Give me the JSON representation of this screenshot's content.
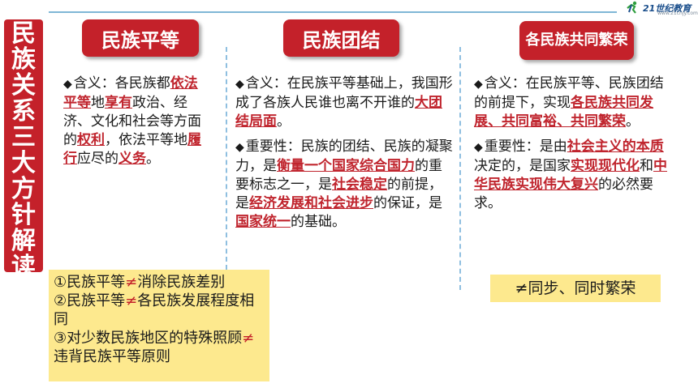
{
  "brand": {
    "name": "21世纪教育",
    "url": "www.21cnjy.com"
  },
  "side_title": "民族关系三大方针解读",
  "columns": [
    {
      "heading": "民族平等",
      "blocks": [
        {
          "bullet": "◆",
          "segments": [
            {
              "t": "含义：各民族都"
            },
            {
              "t": "依法平等",
              "hl": true
            },
            {
              "t": "地"
            },
            {
              "t": "享有",
              "hl": true
            },
            {
              "t": "政治、经济、文化和社会等方面的"
            },
            {
              "t": "权利",
              "hl": true
            },
            {
              "t": "，依法平等地"
            },
            {
              "t": "履行",
              "hl": true
            },
            {
              "t": "应尽的"
            },
            {
              "t": "义务",
              "hl": true
            },
            {
              "t": "。"
            }
          ]
        }
      ]
    },
    {
      "heading": "民族团结",
      "blocks": [
        {
          "bullet": "◆",
          "segments": [
            {
              "t": "含义：在民族平等基础上，我国形成了各族人民谁也离不开谁的"
            },
            {
              "t": "大团结局面",
              "hl": true
            },
            {
              "t": "。"
            }
          ]
        },
        {
          "bullet": "◆",
          "segments": [
            {
              "t": "重要性：民族的团结、民族的凝聚力，是"
            },
            {
              "t": "衡量一个国家综合国力",
              "hl": true
            },
            {
              "t": "的重要标志之一，是"
            },
            {
              "t": "社会稳定",
              "hl": true
            },
            {
              "t": "的前提，是"
            },
            {
              "t": "经济发展和社会进步",
              "hl": true
            },
            {
              "t": "的保证，是"
            },
            {
              "t": "国家统一",
              "hl": true
            },
            {
              "t": "的基础。"
            }
          ]
        }
      ]
    },
    {
      "heading": "各民族共同繁荣",
      "blocks": [
        {
          "bullet": "◆",
          "segments": [
            {
              "t": "含义：在民族平等、民族团结的前提下，实现"
            },
            {
              "t": "各民族共同发展、共同富裕、共同繁荣",
              "hl": true
            },
            {
              "t": "。"
            }
          ]
        },
        {
          "bullet": "◆",
          "segments": [
            {
              "t": "重要性：是由"
            },
            {
              "t": "社会主义的本质",
              "hl": true
            },
            {
              "t": "决定的，是国家"
            },
            {
              "t": "实现现代化",
              "hl": true
            },
            {
              "t": "和"
            },
            {
              "t": "中华民族实现伟大复兴",
              "hl": true
            },
            {
              "t": "的必然要求。"
            }
          ]
        }
      ]
    }
  ],
  "notes_left": [
    {
      "pre": "①民族平等",
      "neq": "≠",
      "post": "消除民族差别"
    },
    {
      "pre": "②民族平等",
      "neq": "≠",
      "post": "各民族发展程度相同"
    },
    {
      "pre": "③对少数民族地区的特殊照顾",
      "neq": "≠",
      "post": "违背民族平等原则"
    }
  ],
  "note_right": {
    "neq": "≠",
    "text": "同步、同时繁荣"
  },
  "colors": {
    "accent_red": "#c4212a",
    "note_yellow": "#fde98e",
    "divider_blue": "#8fbfe0"
  }
}
